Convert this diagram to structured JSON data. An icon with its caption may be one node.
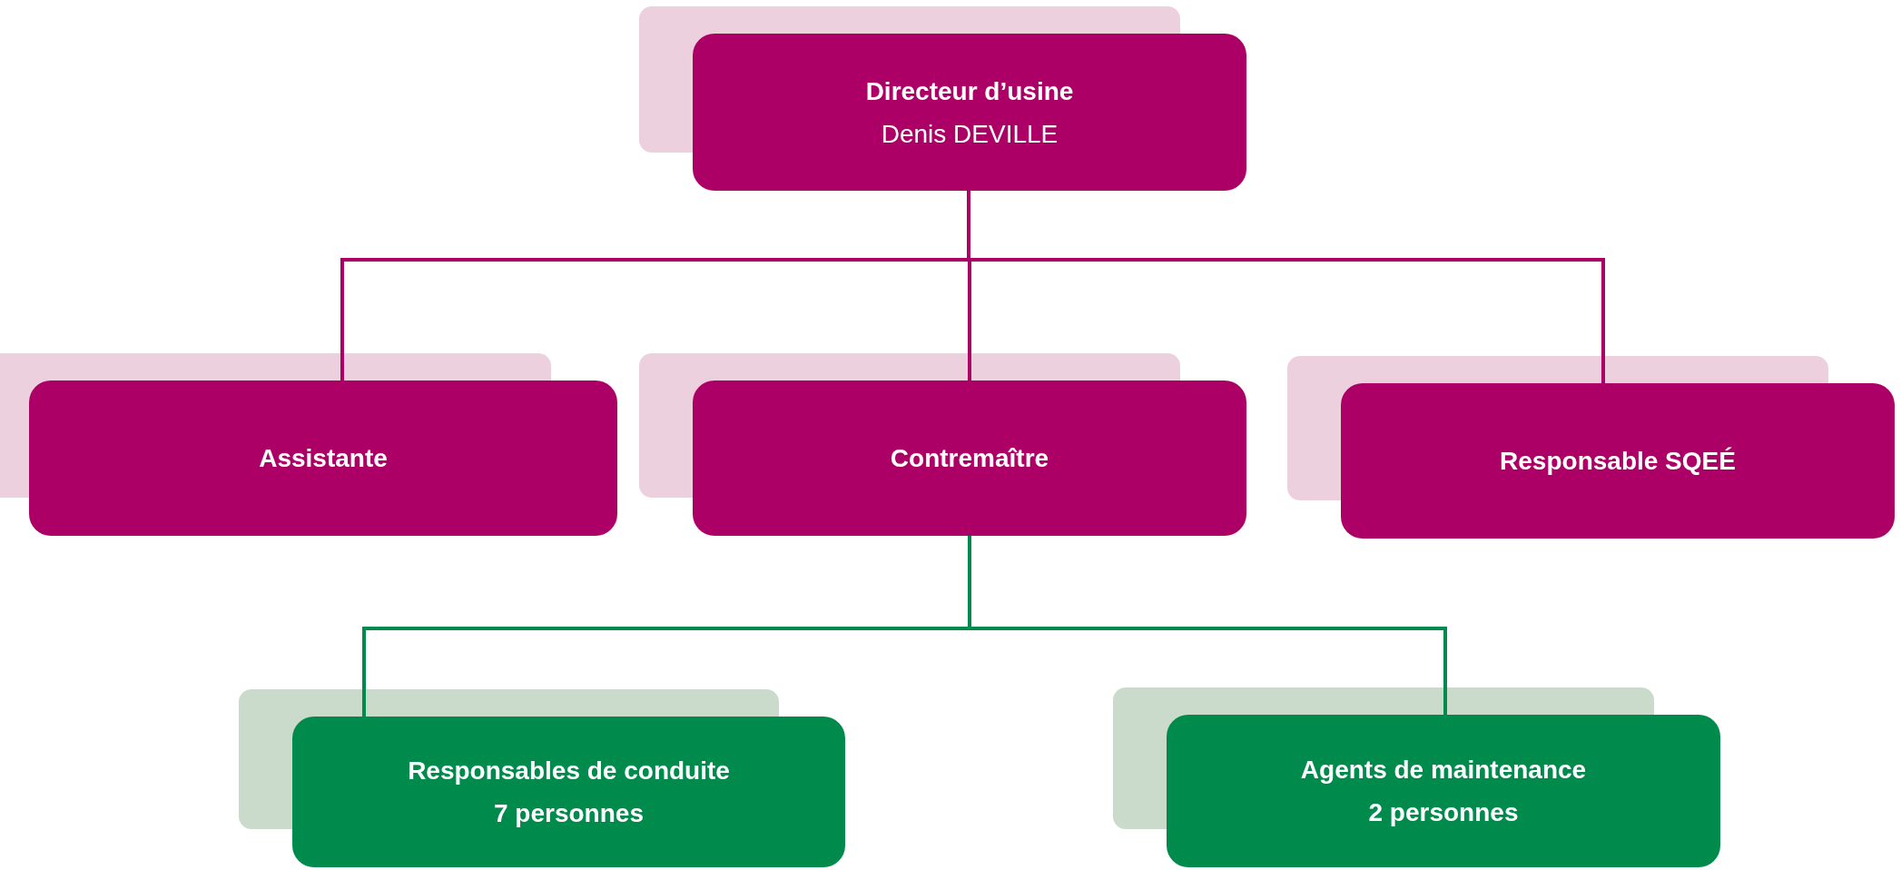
{
  "diagram": {
    "nodes": [
      {
        "text": [
          "Directeur d’usine",
          "Denis DEVILLE"
        ]
      },
      {
        "text": [
          "Assistante"
        ]
      },
      {
        "text": [
          "Contremaître"
        ]
      },
      {
        "text": [
          "Responsable SQEÉ"
        ]
      },
      {
        "text": [
          "Responsables de conduite",
          "7 personnes"
        ]
      },
      {
        "text": [
          "Agents de maintenance",
          "2 personnes"
        ]
      }
    ],
    "edges": [
      {
        "from": 0,
        "to": 1,
        "arrow": "none"
      },
      {
        "from": 0,
        "to": 2,
        "arrow": "none"
      },
      {
        "from": 0,
        "to": 3,
        "arrow": "none"
      },
      {
        "from": 2,
        "to": 4,
        "arrow": "none",
        "color": "#008a4b"
      },
      {
        "from": 2,
        "to": 5,
        "arrow": "none",
        "color": "#008a4b"
      }
    ]
  }
}
